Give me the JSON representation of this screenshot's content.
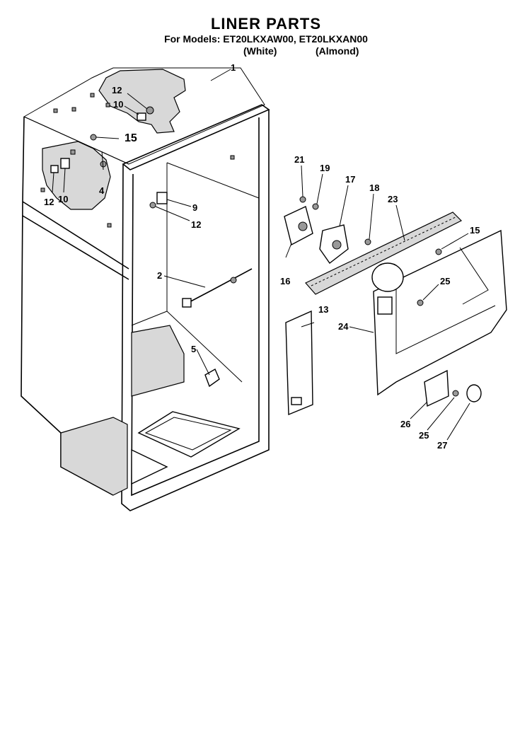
{
  "header": {
    "title": "LINER PARTS",
    "models": "For Models: ET20LKXAW00, ET20LKXAN00",
    "color_white": "(White)",
    "color_almond": "(Almond)"
  },
  "callouts": {
    "c1": "1",
    "c2": "2",
    "c4": "4",
    "c5": "5",
    "c9": "9",
    "c10a": "10",
    "c10b": "10",
    "c12a": "12",
    "c12b": "12",
    "c12c": "12",
    "c13": "13",
    "c15a": "15",
    "c15b": "15",
    "c16": "16",
    "c17": "17",
    "c18": "18",
    "c19": "19",
    "c21": "21",
    "c23": "23",
    "c24": "24",
    "c25a": "25",
    "c25b": "25",
    "c26": "26",
    "c27": "27"
  }
}
